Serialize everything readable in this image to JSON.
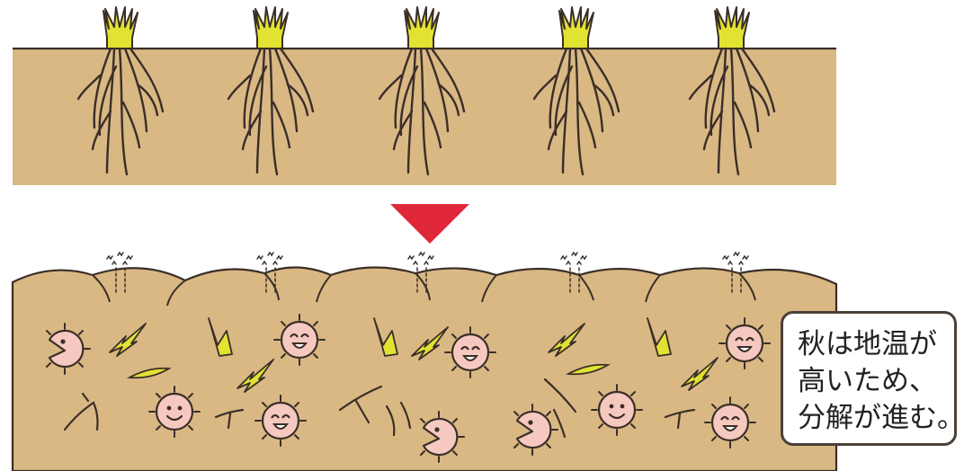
{
  "callout": {
    "lines": [
      "秋は地温が",
      "高いため、",
      "分解が進む。"
    ]
  },
  "colors": {
    "soil": "#D9B884",
    "outline": "#3A2E28",
    "straw": "#E2E232",
    "arrow": "#E0283A",
    "microbe_face": "#F6C9C0"
  },
  "icons": {
    "plant": "rice-stubble-icon",
    "arrow": "down-triangle-arrow-icon",
    "microbe": "microbe-face-icon",
    "straw": "straw-fragment-icon",
    "gas": "gas-release-icon"
  }
}
